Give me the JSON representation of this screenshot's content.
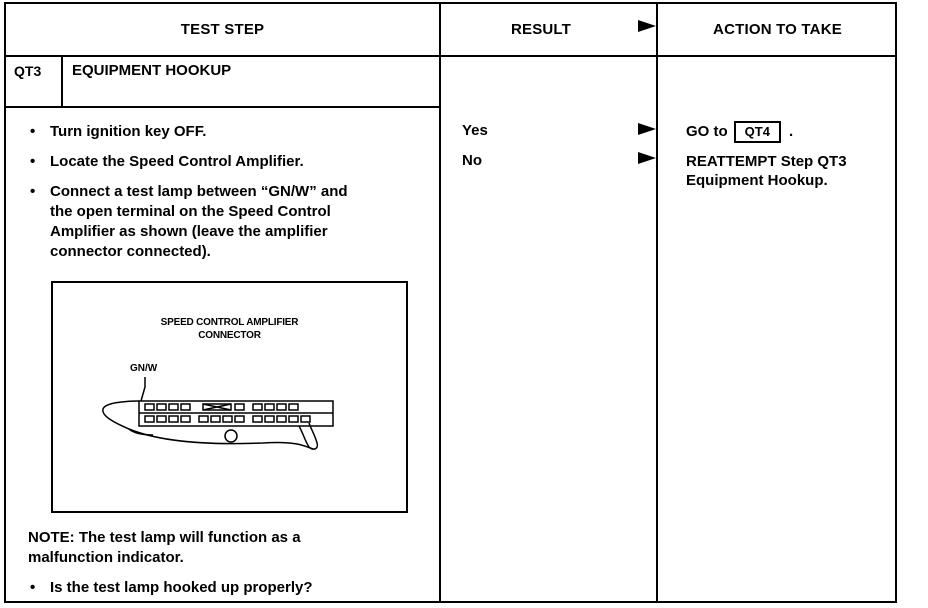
{
  "headers": {
    "test_step": "TEST STEP",
    "result": "RESULT",
    "action": "ACTION TO TAKE"
  },
  "step": {
    "code": "QT3",
    "title": "EQUIPMENT HOOKUP"
  },
  "bullets": [
    "Turn ignition key OFF.",
    "Locate the Speed Control Amplifier.",
    "Connect a test lamp between “GN/W” and\nthe open terminal on the Speed Control\nAmplifier as shown (leave the amplifier\nconnector connected)."
  ],
  "diagram": {
    "title_line1": "SPEED CONTROL AMPLIFIER",
    "title_line2": "CONNECTOR",
    "wire_label": "GN/W"
  },
  "note": "NOTE: The test lamp will function as a\nmalfunction indicator.",
  "question": "Is the test lamp hooked up properly?",
  "bullet_symbol": "•",
  "results": {
    "yes": "Yes",
    "no": "No"
  },
  "actions": {
    "yes_prefix": "GO to",
    "yes_target": "QT4",
    "yes_suffix": ".",
    "no_line1": "REATTEMPT Step QT3",
    "no_line2": "Equipment Hookup."
  }
}
